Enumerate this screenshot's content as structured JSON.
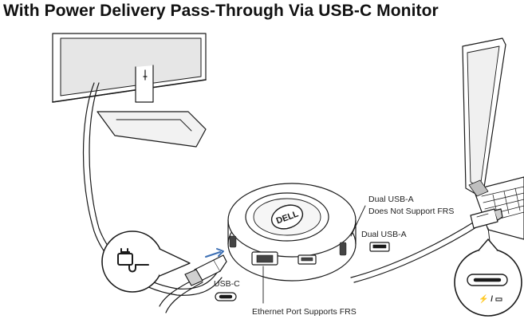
{
  "title": "With Power Delivery Pass-Through Via USB-C Monitor",
  "labels": {
    "dual_usb_a_top_line1": "Dual USB-A",
    "dual_usb_a_top_line2": "Does Not Support FRS",
    "dual_usb_a_side": "Dual USB-A",
    "usb_c": "USB-C",
    "ethernet": "Ethernet Port Supports FRS"
  },
  "logo_text": "DELL",
  "colors": {
    "line": "#1a1a1a",
    "fill": "#ffffff",
    "shade": "#d9d9d9",
    "accent_arrow": "#3c6fb4"
  },
  "icons": [
    "monitor-icon",
    "laptop-icon",
    "dock-icon",
    "power-plug-icon",
    "usb-c-port-icon",
    "usb-a-port-icon",
    "ethernet-port-icon",
    "power-delivery-icon"
  ]
}
